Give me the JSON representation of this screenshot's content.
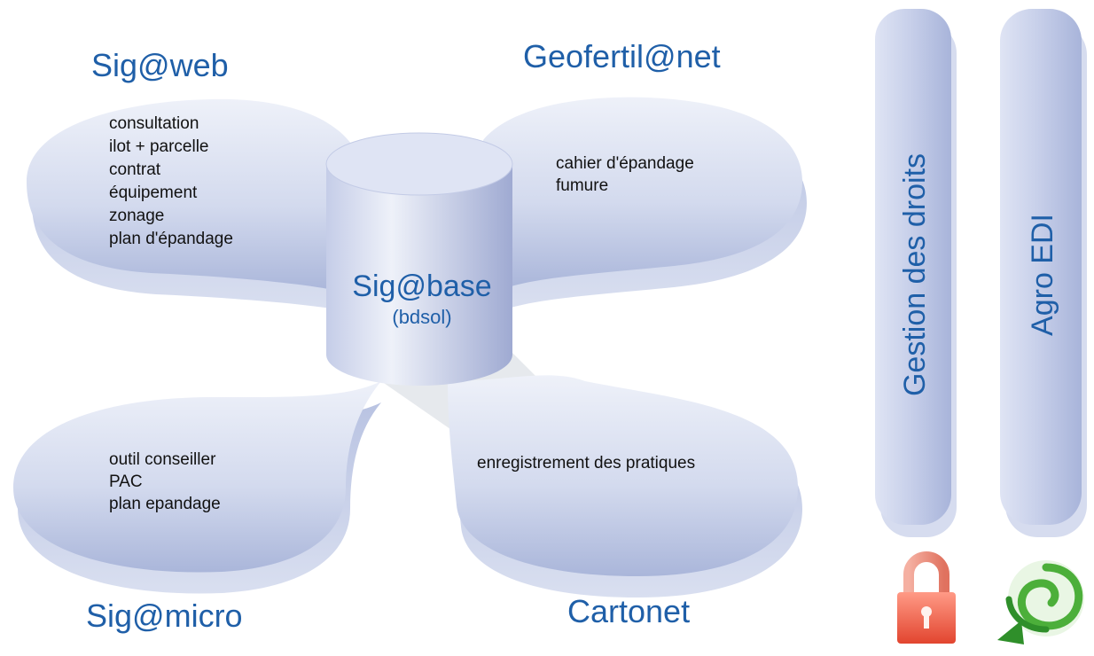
{
  "modules": {
    "sigweb": {
      "title": "Sig@web",
      "lines": [
        "consultation",
        "ilot + parcelle",
        "contrat",
        "équipement",
        "zonage",
        "plan d'épandage"
      ]
    },
    "geofertil": {
      "title": "Geofertil@net",
      "lines": [
        "cahier d'épandage",
        "fumure"
      ]
    },
    "sigmicro": {
      "title": "Sig@micro",
      "lines": [
        "outil conseiller",
        "PAC",
        "plan epandage"
      ]
    },
    "cartonet": {
      "title": "Cartonet",
      "lines": [
        "enregistrement des pratiques"
      ]
    }
  },
  "center": {
    "title": "Sig@base",
    "subtitle": "(bdsol)"
  },
  "pillars": {
    "rights": {
      "label": "Gestion des droits",
      "icon": "padlock-icon"
    },
    "edi": {
      "label": "Agro EDI",
      "icon": "green-swirl-icon"
    }
  },
  "colors": {
    "title_blue": "#1f5fa8",
    "shape_light": "#e8ecf7",
    "shape_mid": "#c6cfe8",
    "shape_dark": "#9fadd4",
    "lock_red": "#e8564a",
    "swirl_green": "#4caf3a"
  }
}
